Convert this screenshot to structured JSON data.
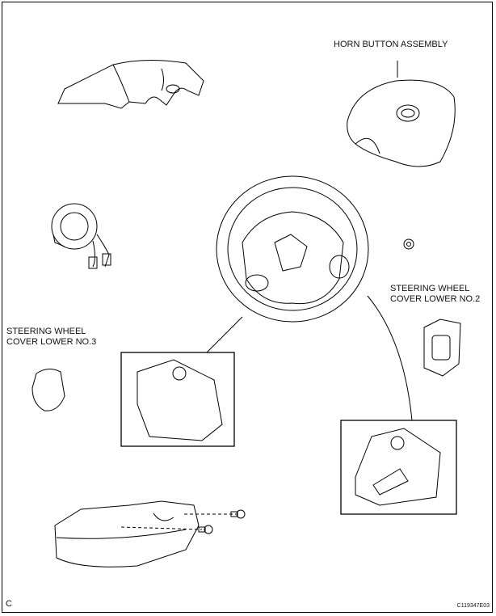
{
  "labels": {
    "horn_button": "HORN BUTTON ASSEMBLY",
    "cover_no2_line1": "STEERING WHEEL",
    "cover_no2_line2": "COVER LOWER NO.2",
    "cover_no3_line1": "STEERING WHEEL",
    "cover_no3_line2": "COVER LOWER NO.3"
  },
  "footer": {
    "section": "C",
    "figure_code": "C119347E03"
  }
}
